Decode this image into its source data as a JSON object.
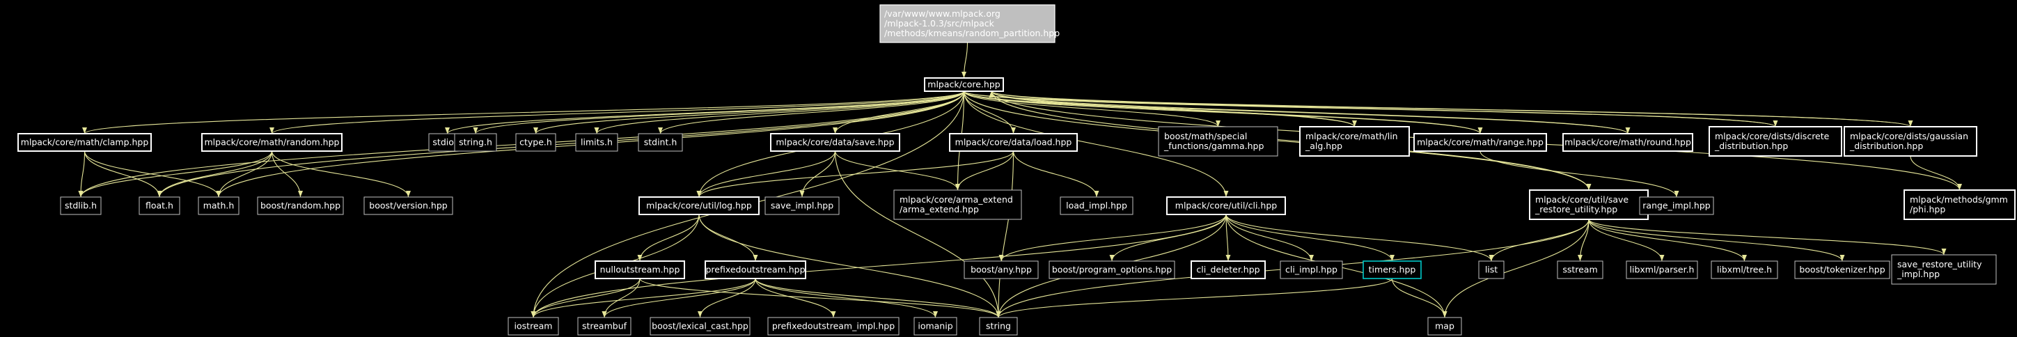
{
  "nodes": [
    {
      "id": "root",
      "label": "/var/www/www.mlpack.org\n/mlpack-1.0.3/src/mlpack\n/methods/kmeans/random_partition.hpp",
      "style": "root"
    },
    {
      "id": "core",
      "label": "mlpack/core.hpp",
      "style": "main"
    },
    {
      "id": "clamp",
      "label": "mlpack/core/math/clamp.hpp",
      "style": "main"
    },
    {
      "id": "random",
      "label": "mlpack/core/math/random.hpp",
      "style": "main"
    },
    {
      "id": "stdio",
      "label": "stdio.h",
      "style": "plain"
    },
    {
      "id": "string_h",
      "label": "string.h",
      "style": "plain"
    },
    {
      "id": "ctype",
      "label": "ctype.h",
      "style": "plain"
    },
    {
      "id": "limits",
      "label": "limits.h",
      "style": "plain"
    },
    {
      "id": "stdint",
      "label": "stdint.h",
      "style": "plain"
    },
    {
      "id": "save",
      "label": "mlpack/core/data/save.hpp",
      "style": "main"
    },
    {
      "id": "load",
      "label": "mlpack/core/data/load.hpp",
      "style": "main"
    },
    {
      "id": "gamma",
      "label": "boost/math/special\n_functions/gamma.hpp",
      "style": "plain"
    },
    {
      "id": "linalg",
      "label": "mlpack/core/math/lin\n_alg.hpp",
      "style": "main"
    },
    {
      "id": "range",
      "label": "mlpack/core/math/range.hpp",
      "style": "main"
    },
    {
      "id": "round",
      "label": "mlpack/core/math/round.hpp",
      "style": "main"
    },
    {
      "id": "discrete",
      "label": "mlpack/core/dists/discrete\n_distribution.hpp",
      "style": "main"
    },
    {
      "id": "gaussian",
      "label": "mlpack/core/dists/gaussian\n_distribution.hpp",
      "style": "main"
    },
    {
      "id": "stdlib",
      "label": "stdlib.h",
      "style": "plain"
    },
    {
      "id": "float",
      "label": "float.h",
      "style": "plain"
    },
    {
      "id": "math",
      "label": "math.h",
      "style": "plain"
    },
    {
      "id": "boostrandom",
      "label": "boost/random.hpp",
      "style": "plain"
    },
    {
      "id": "boostversion",
      "label": "boost/version.hpp",
      "style": "plain"
    },
    {
      "id": "log",
      "label": "mlpack/core/util/log.hpp",
      "style": "main"
    },
    {
      "id": "saveimpl",
      "label": "save_impl.hpp",
      "style": "plain"
    },
    {
      "id": "armaextend",
      "label": "mlpack/core/arma_extend\n/arma_extend.hpp",
      "style": "plain"
    },
    {
      "id": "loadimpl",
      "label": "load_impl.hpp",
      "style": "plain"
    },
    {
      "id": "cli",
      "label": "mlpack/core/util/cli.hpp",
      "style": "main"
    },
    {
      "id": "saverestore",
      "label": "mlpack/core/util/save\n_restore_utility.hpp",
      "style": "main"
    },
    {
      "id": "rangeimpl",
      "label": "range_impl.hpp",
      "style": "plain"
    },
    {
      "id": "gmmphi",
      "label": "mlpack/methods/gmm\n/phi.hpp",
      "style": "main"
    },
    {
      "id": "nullout",
      "label": "nulloutstream.hpp",
      "style": "main"
    },
    {
      "id": "prefixed",
      "label": "prefixedoutstream.hpp",
      "style": "main"
    },
    {
      "id": "boostany",
      "label": "boost/any.hpp",
      "style": "plain"
    },
    {
      "id": "progopts",
      "label": "boost/program_options.hpp",
      "style": "plain"
    },
    {
      "id": "clideleter",
      "label": "cli_deleter.hpp",
      "style": "main"
    },
    {
      "id": "cliimpl",
      "label": "cli_impl.hpp",
      "style": "plain"
    },
    {
      "id": "timers",
      "label": "timers.hpp",
      "style": "cyan"
    },
    {
      "id": "list",
      "label": "list",
      "style": "plain"
    },
    {
      "id": "sstream",
      "label": "sstream",
      "style": "plain"
    },
    {
      "id": "libxmlparser",
      "label": "libxml/parser.h",
      "style": "plain"
    },
    {
      "id": "libxmltree",
      "label": "libxml/tree.h",
      "style": "plain"
    },
    {
      "id": "tokenizer",
      "label": "boost/tokenizer.hpp",
      "style": "plain"
    },
    {
      "id": "saverestoreimpl",
      "label": "save_restore_utility\n_impl.hpp",
      "style": "plain"
    },
    {
      "id": "iostream",
      "label": "iostream",
      "style": "plain"
    },
    {
      "id": "streambuf",
      "label": "streambuf",
      "style": "plain"
    },
    {
      "id": "lexicalcast",
      "label": "boost/lexical_cast.hpp",
      "style": "plain"
    },
    {
      "id": "prefixedimpl",
      "label": "prefixedoutstream_impl.hpp",
      "style": "plain"
    },
    {
      "id": "iomanip",
      "label": "iomanip",
      "style": "plain"
    },
    {
      "id": "string",
      "label": "string",
      "style": "plain"
    },
    {
      "id": "map",
      "label": "map",
      "style": "plain"
    }
  ],
  "edges": [
    [
      "root",
      "core"
    ],
    [
      "core",
      "clamp"
    ],
    [
      "core",
      "random"
    ],
    [
      "core",
      "stdio"
    ],
    [
      "core",
      "string_h"
    ],
    [
      "core",
      "ctype"
    ],
    [
      "core",
      "limits"
    ],
    [
      "core",
      "stdint"
    ],
    [
      "core",
      "save"
    ],
    [
      "core",
      "load"
    ],
    [
      "core",
      "gamma"
    ],
    [
      "core",
      "linalg"
    ],
    [
      "core",
      "range"
    ],
    [
      "core",
      "round"
    ],
    [
      "core",
      "discrete"
    ],
    [
      "core",
      "gaussian"
    ],
    [
      "core",
      "stdlib"
    ],
    [
      "core",
      "float"
    ],
    [
      "core",
      "math"
    ],
    [
      "core",
      "log"
    ],
    [
      "core",
      "armaextend"
    ],
    [
      "core",
      "cli"
    ],
    [
      "core",
      "saverestore"
    ],
    [
      "core",
      "iostream"
    ],
    [
      "clamp",
      "stdlib"
    ],
    [
      "clamp",
      "float"
    ],
    [
      "clamp",
      "math"
    ],
    [
      "random",
      "stdlib"
    ],
    [
      "random",
      "float"
    ],
    [
      "random",
      "math"
    ],
    [
      "random",
      "boostrandom"
    ],
    [
      "random",
      "boostversion"
    ],
    [
      "save",
      "log"
    ],
    [
      "save",
      "saveimpl"
    ],
    [
      "save",
      "armaextend"
    ],
    [
      "save",
      "string"
    ],
    [
      "load",
      "log"
    ],
    [
      "load",
      "armaextend"
    ],
    [
      "load",
      "loadimpl"
    ],
    [
      "load",
      "string"
    ],
    [
      "linalg",
      "core"
    ],
    [
      "range",
      "core"
    ],
    [
      "round",
      "core"
    ],
    [
      "discrete",
      "core"
    ],
    [
      "gaussian",
      "core"
    ],
    [
      "range",
      "rangeimpl"
    ],
    [
      "gaussian",
      "gmmphi"
    ],
    [
      "gmmphi",
      "core"
    ],
    [
      "saverestore",
      "core"
    ],
    [
      "log",
      "nullout"
    ],
    [
      "log",
      "prefixed"
    ],
    [
      "log",
      "string"
    ],
    [
      "log",
      "iostream"
    ],
    [
      "nullout",
      "iostream"
    ],
    [
      "nullout",
      "streambuf"
    ],
    [
      "nullout",
      "string"
    ],
    [
      "prefixed",
      "iostream"
    ],
    [
      "prefixed",
      "streambuf"
    ],
    [
      "prefixed",
      "lexicalcast"
    ],
    [
      "prefixed",
      "prefixedimpl"
    ],
    [
      "prefixed",
      "iomanip"
    ],
    [
      "prefixed",
      "string"
    ],
    [
      "cli",
      "boostany"
    ],
    [
      "cli",
      "progopts"
    ],
    [
      "cli",
      "clideleter"
    ],
    [
      "cli",
      "cliimpl"
    ],
    [
      "cli",
      "timers"
    ],
    [
      "cli",
      "list"
    ],
    [
      "cli",
      "iostream"
    ],
    [
      "cli",
      "string"
    ],
    [
      "cli",
      "map"
    ],
    [
      "timers",
      "string"
    ],
    [
      "timers",
      "map"
    ],
    [
      "saverestore",
      "list"
    ],
    [
      "saverestore",
      "sstream"
    ],
    [
      "saverestore",
      "libxmlparser"
    ],
    [
      "saverestore",
      "libxmltree"
    ],
    [
      "saverestore",
      "tokenizer"
    ],
    [
      "saverestore",
      "saverestoreimpl"
    ],
    [
      "saverestore",
      "string"
    ],
    [
      "saverestore",
      "map"
    ]
  ]
}
